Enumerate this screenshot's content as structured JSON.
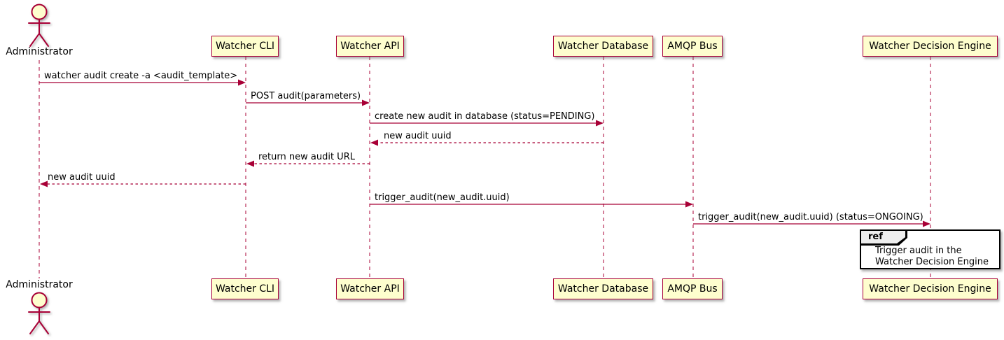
{
  "diagram": {
    "type": "sequence",
    "participants": [
      {
        "id": "administrator",
        "label": "Administrator",
        "kind": "actor"
      },
      {
        "id": "watcher-cli",
        "label": "Watcher CLI",
        "kind": "participant"
      },
      {
        "id": "watcher-api",
        "label": "Watcher API",
        "kind": "participant"
      },
      {
        "id": "watcher-database",
        "label": "Watcher Database",
        "kind": "participant"
      },
      {
        "id": "amqp-bus",
        "label": "AMQP Bus",
        "kind": "participant"
      },
      {
        "id": "watcher-decision-engine",
        "label": "Watcher Decision Engine",
        "kind": "participant"
      }
    ],
    "messages": [
      {
        "from": "Administrator",
        "to": "Watcher CLI",
        "label": "watcher audit create -a <audit_template>",
        "line": "solid"
      },
      {
        "from": "Watcher CLI",
        "to": "Watcher API",
        "label": "POST audit(parameters)",
        "line": "solid"
      },
      {
        "from": "Watcher API",
        "to": "Watcher Database",
        "label": "create new audit in database (status=PENDING)",
        "line": "solid"
      },
      {
        "from": "Watcher Database",
        "to": "Watcher API",
        "label": "new audit uuid",
        "line": "dashed"
      },
      {
        "from": "Watcher API",
        "to": "Watcher CLI",
        "label": "return new audit URL",
        "line": "dashed"
      },
      {
        "from": "Watcher CLI",
        "to": "Administrator",
        "label": "new audit uuid",
        "line": "dashed"
      },
      {
        "from": "Watcher API",
        "to": "AMQP Bus",
        "label": "trigger_audit(new_audit.uuid)",
        "line": "solid"
      },
      {
        "from": "AMQP Bus",
        "to": "Watcher Decision Engine",
        "label": "trigger_audit(new_audit.uuid) (status=ONGOING)",
        "line": "solid"
      }
    ],
    "ref": {
      "keyword": "ref",
      "over": "Watcher Decision Engine",
      "lines": [
        "Trigger audit in the",
        "Watcher Decision Engine"
      ]
    }
  },
  "colors": {
    "accent": "#A80036",
    "participant_fill": "#FEFECE",
    "ref_tab_fill": "#EEEEEE",
    "ref_border": "#000000",
    "background": "#FFFFFF",
    "text": "#000000"
  }
}
